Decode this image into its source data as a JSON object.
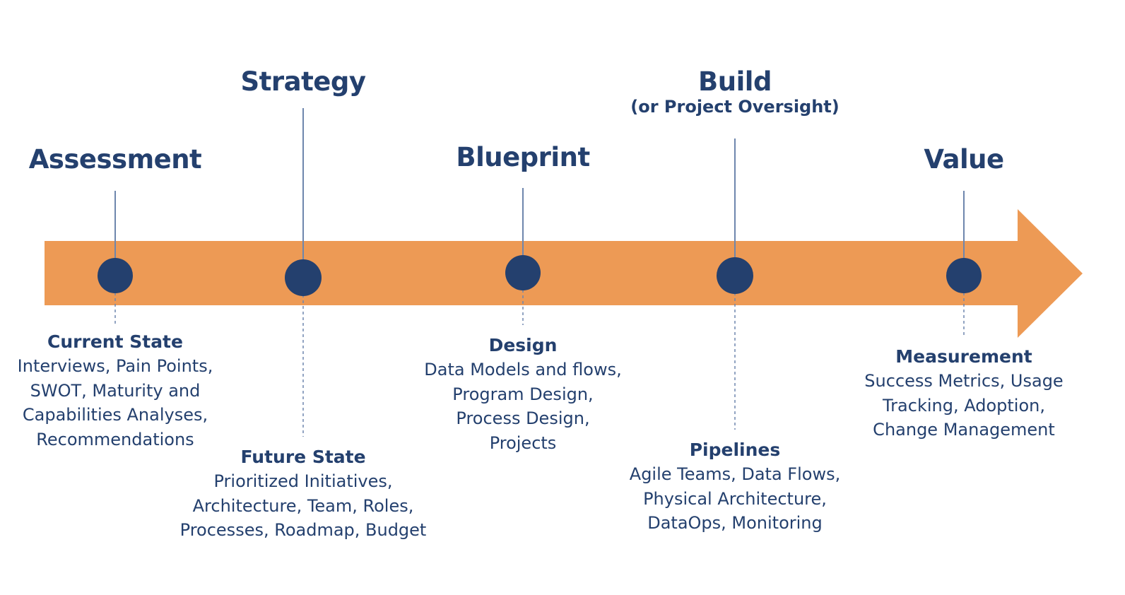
{
  "colors": {
    "arrow": "#ED9A55",
    "navy": "#24406E",
    "connector": "#6E86AD",
    "background": "#FFFFFF"
  },
  "phases": [
    {
      "title": "Assessment",
      "detail_heading": "Current State",
      "detail_lines": [
        "Interviews, Pain Points,",
        "SWOT, Maturity and",
        "Capabilities Analyses,",
        "Recommendations"
      ]
    },
    {
      "title": "Strategy",
      "detail_heading": "Future State",
      "detail_lines": [
        "Prioritized Initiatives,",
        "Architecture, Team, Roles,",
        "Processes, Roadmap, Budget"
      ]
    },
    {
      "title": "Blueprint",
      "detail_heading": "Design",
      "detail_lines": [
        "Data Models and flows,",
        "Program Design,",
        "Process Design,",
        "Projects"
      ]
    },
    {
      "title": "Build",
      "subtitle": "(or Project Oversight)",
      "detail_heading": "Pipelines",
      "detail_lines": [
        "Agile Teams, Data Flows,",
        "Physical Architecture,",
        "DataOps, Monitoring"
      ]
    },
    {
      "title": "Value",
      "detail_heading": "Measurement",
      "detail_lines": [
        "Success Metrics, Usage",
        "Tracking, Adoption,",
        "Change Management"
      ]
    }
  ]
}
